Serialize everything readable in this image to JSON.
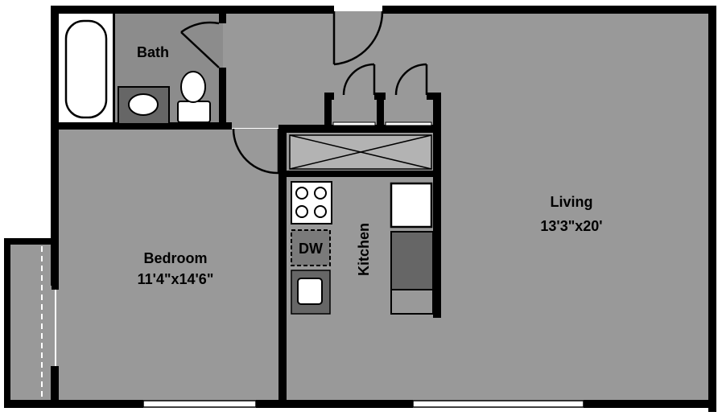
{
  "colors": {
    "floor": "#999999",
    "bath_floor": "#8c8c8c",
    "wall": "#000000",
    "fixture": "#ffffff",
    "fixture_dark": "#666666",
    "window": "#ffffff",
    "label": "#000000"
  },
  "rooms": {
    "bath": {
      "label": "Bath"
    },
    "bedroom": {
      "label": "Bedroom",
      "dimensions": "11'4\"x14'6\""
    },
    "living": {
      "label": "Living",
      "dimensions": "13'3\"x20'"
    },
    "kitchen": {
      "label": "Kitchen"
    }
  },
  "appliances": {
    "dishwasher": {
      "label": "DW"
    }
  }
}
